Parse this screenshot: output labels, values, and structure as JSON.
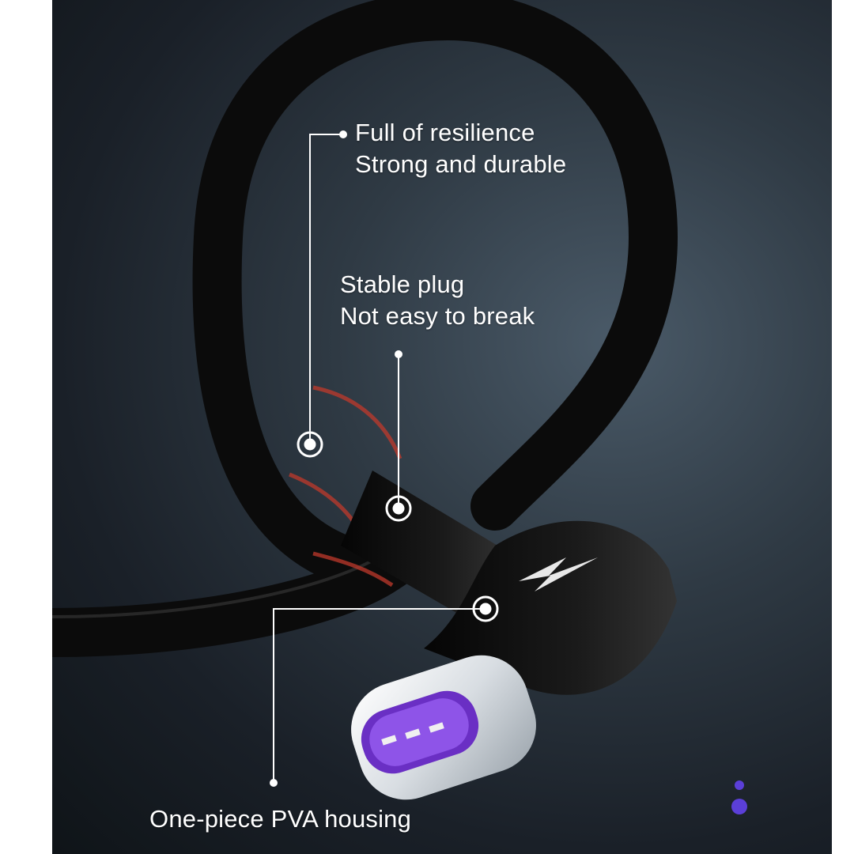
{
  "callouts": {
    "resilience": {
      "line1": "Full of resilience",
      "line2": "Strong and durable"
    },
    "plug": {
      "line1": "Stable plug",
      "line2": "Not easy to break"
    },
    "housing": {
      "line1": "One-piece PVA housing"
    }
  },
  "icons": {
    "connector_glyph": "lightning-bolt-icon"
  },
  "colors": {
    "background_dark": "#1a2028",
    "cable": "#0d0d0d",
    "connector_tip": "#7b3fd6",
    "accent_red": "#c0392b",
    "dots": "#5b3fd8"
  }
}
